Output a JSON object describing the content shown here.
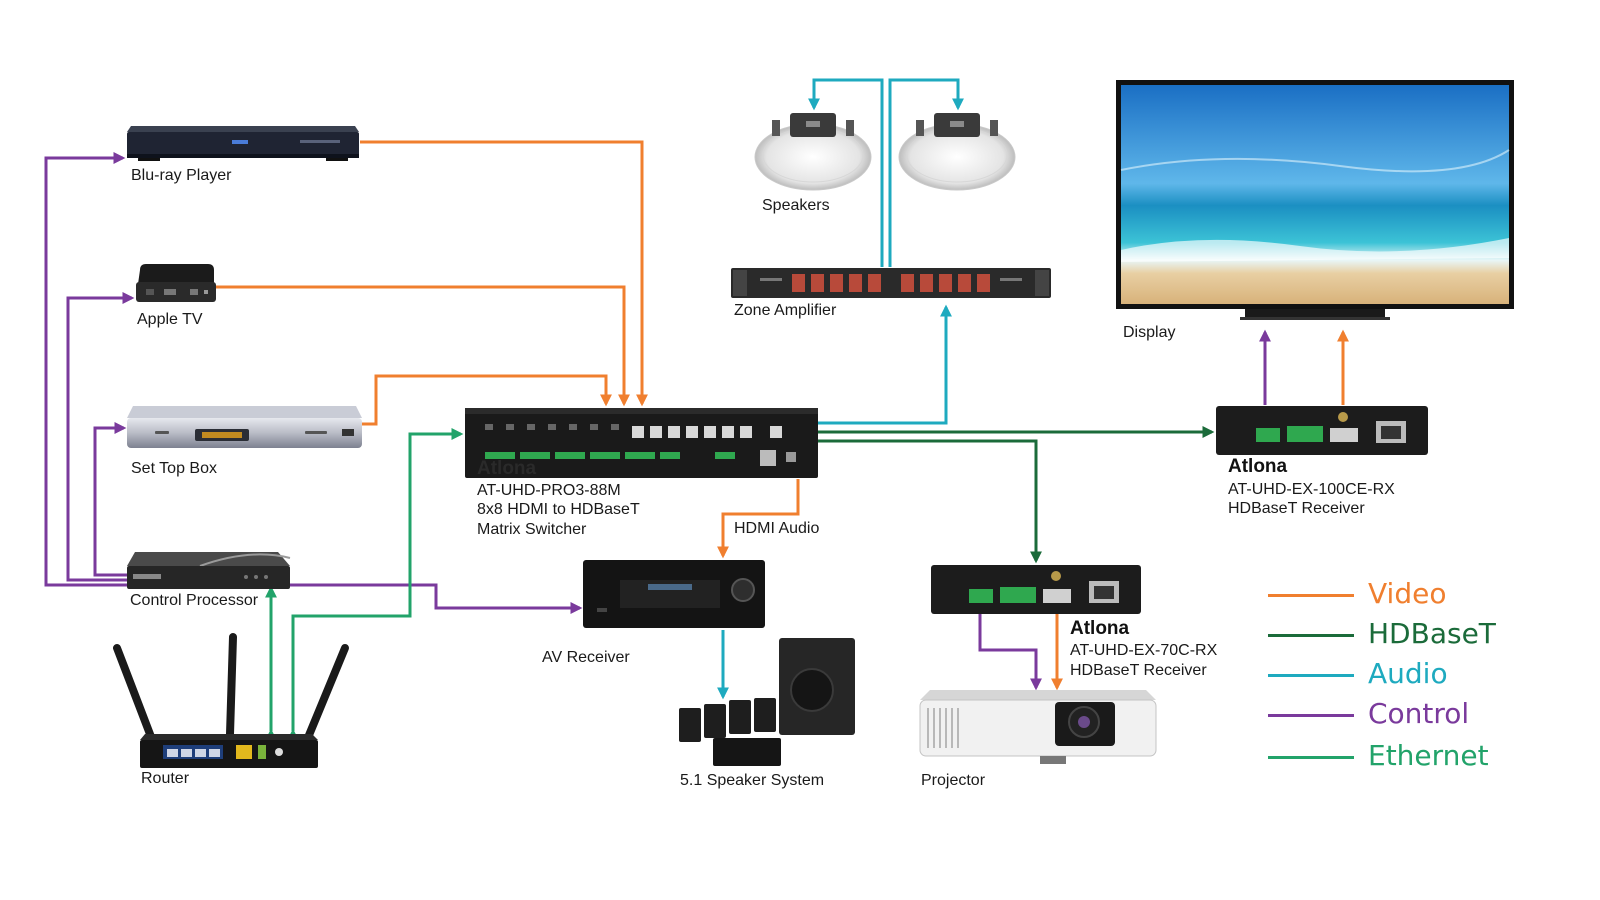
{
  "colors": {
    "video": "#f07f2f",
    "hdbaset": "#1b6b3a",
    "audio": "#1eaabf",
    "control": "#7a3a9c",
    "ethernet": "#22a36a"
  },
  "devices": {
    "bluray": "Blu-ray Player",
    "appletv": "Apple TV",
    "settopbox": "Set Top Box",
    "control_processor": "Control Processor",
    "router": "Router",
    "speakers": "Speakers",
    "zone_amplifier": "Zone Amplifier",
    "av_receiver": "AV Receiver",
    "speaker_system": "5.1 Speaker System",
    "projector": "Projector",
    "display": "Display"
  },
  "matrix": {
    "brand": "Atlona",
    "model": "AT-UHD-PRO3-88M",
    "desc1": "8x8 HDMI to HDBaseT",
    "desc2": "Matrix Switcher"
  },
  "receiver1": {
    "brand": "Atlona",
    "model": "AT-UHD-EX-100CE-RX",
    "desc": "HDBaseT Receiver"
  },
  "receiver2": {
    "brand": "Atlona",
    "model": "AT-UHD-EX-70C-RX",
    "desc": "HDBaseT Receiver"
  },
  "connection_labels": {
    "hdmi_audio": "HDMI Audio"
  },
  "legend": [
    {
      "label": "Video",
      "color": "#f07f2f"
    },
    {
      "label": "HDBaseT",
      "color": "#1b6b3a"
    },
    {
      "label": "Audio",
      "color": "#1eaabf"
    },
    {
      "label": "Control",
      "color": "#7a3a9c"
    },
    {
      "label": "Ethernet",
      "color": "#22a36a"
    }
  ]
}
